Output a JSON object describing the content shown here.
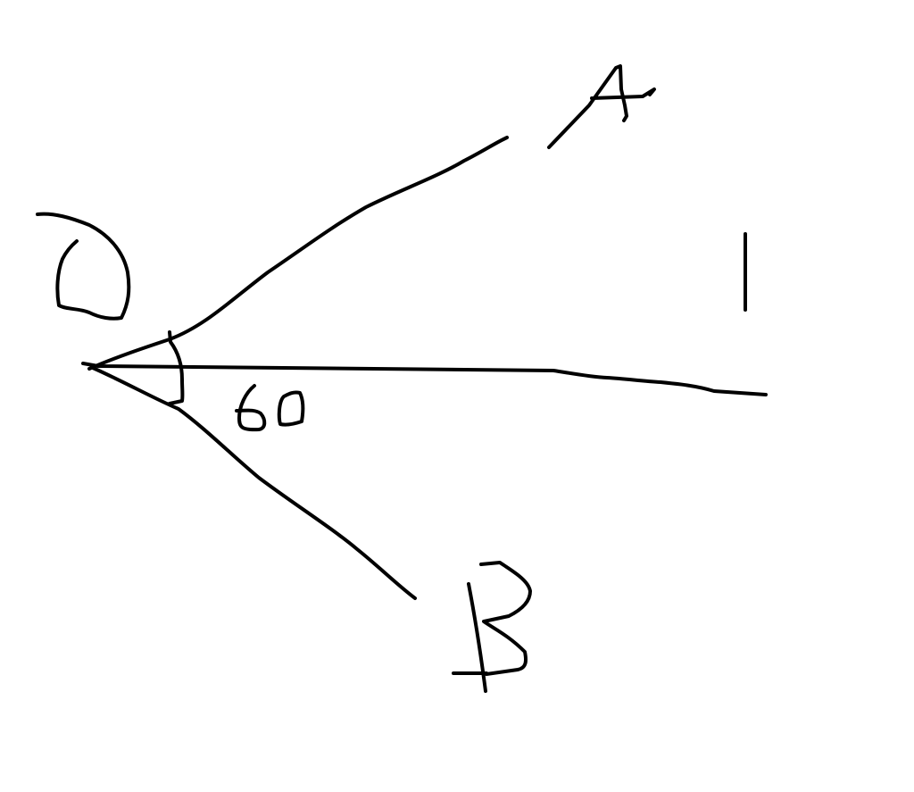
{
  "diagram": {
    "type": "hand-drawn geometry sketch",
    "background": "#ffffff",
    "stroke_color": "#000000",
    "labels": {
      "vertex": "O",
      "ray_upper": "A",
      "ray_lower": "B",
      "ray_middle": "l",
      "angle": "60"
    },
    "description": "Rays OA and OB from point O, with horizontal line l between them; angle marked 60"
  }
}
